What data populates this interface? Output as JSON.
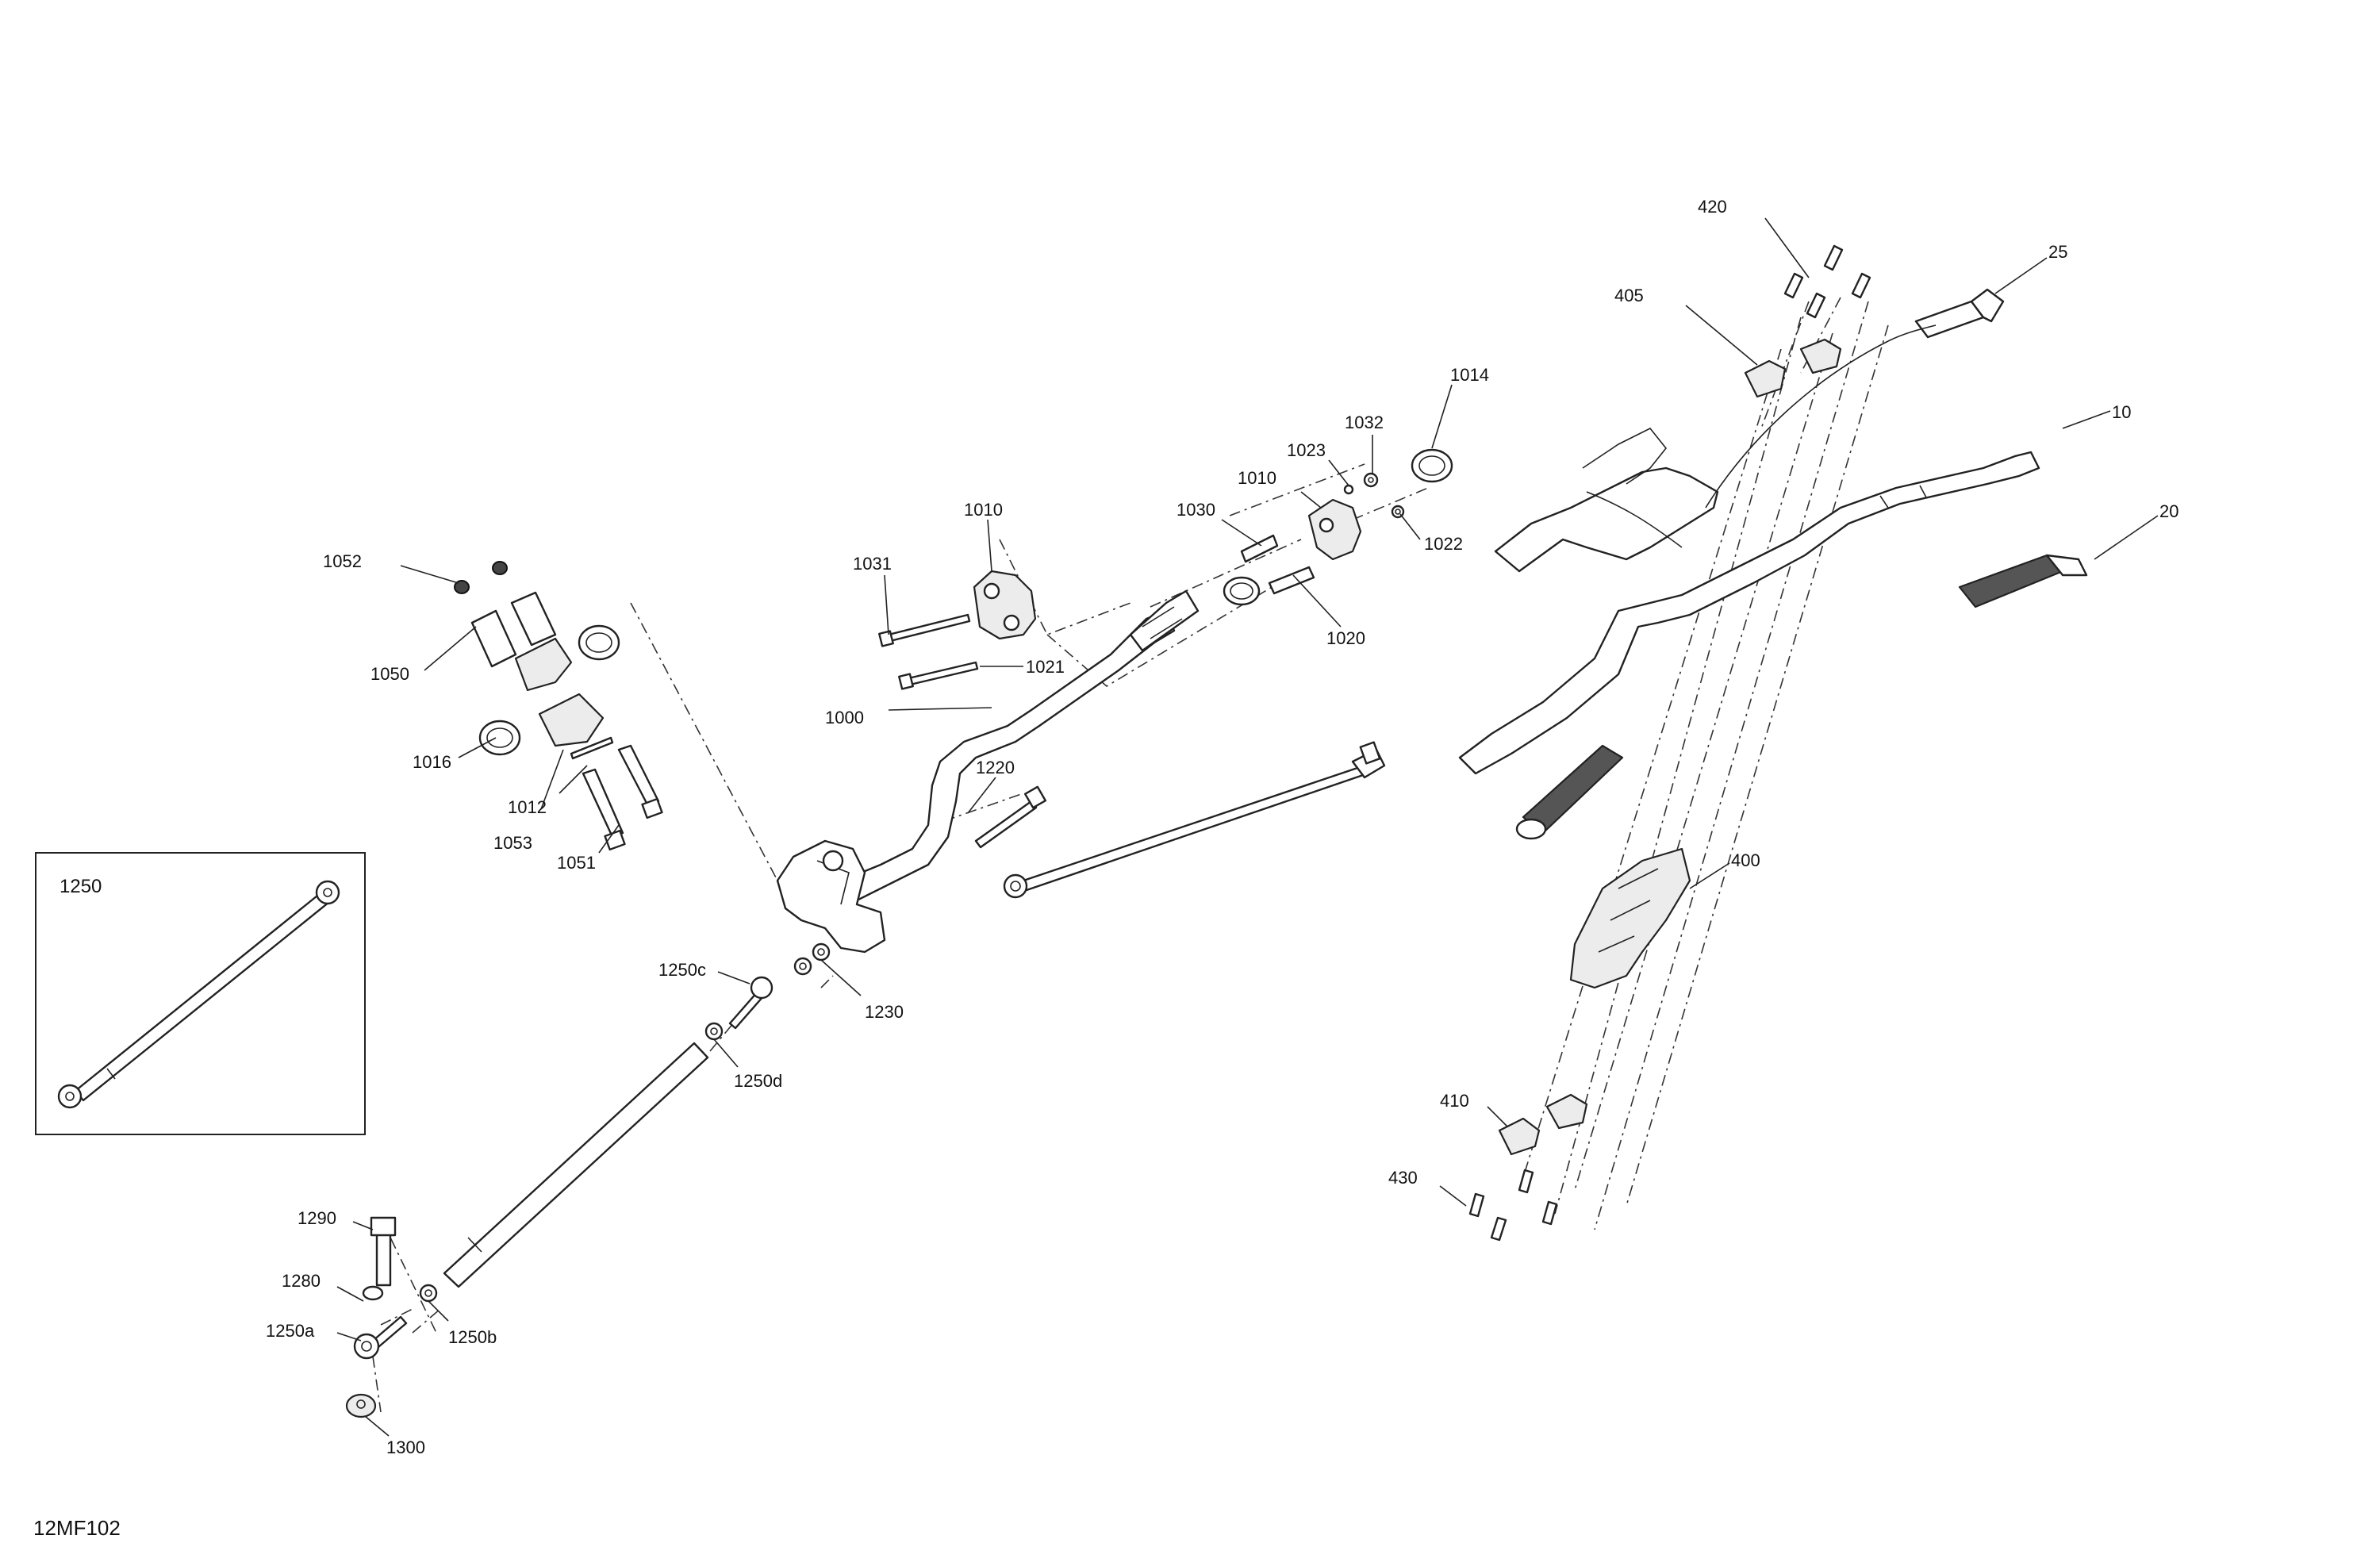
{
  "drawing_id": "12MF102",
  "inset": {
    "label": "1250"
  },
  "labels": {
    "l10": "10",
    "l20": "20",
    "l25": "25",
    "l400": "400",
    "l405": "405",
    "l410": "410",
    "l420": "420",
    "l430": "430",
    "l1000": "1000",
    "l1010a": "1010",
    "l1010b": "1010",
    "l1012": "1012",
    "l1014": "1014",
    "l1016": "1016",
    "l1020": "1020",
    "l1021": "1021",
    "l1022": "1022",
    "l1023": "1023",
    "l1030": "1030",
    "l1031": "1031",
    "l1032": "1032",
    "l1050": "1050",
    "l1051": "1051",
    "l1052": "1052",
    "l1053": "1053",
    "l1220": "1220",
    "l1230": "1230",
    "l1250c": "1250c",
    "l1250d": "1250d",
    "l1250a": "1250a",
    "l1250b": "1250b",
    "l1280": "1280",
    "l1290": "1290",
    "l1300": "1300"
  }
}
